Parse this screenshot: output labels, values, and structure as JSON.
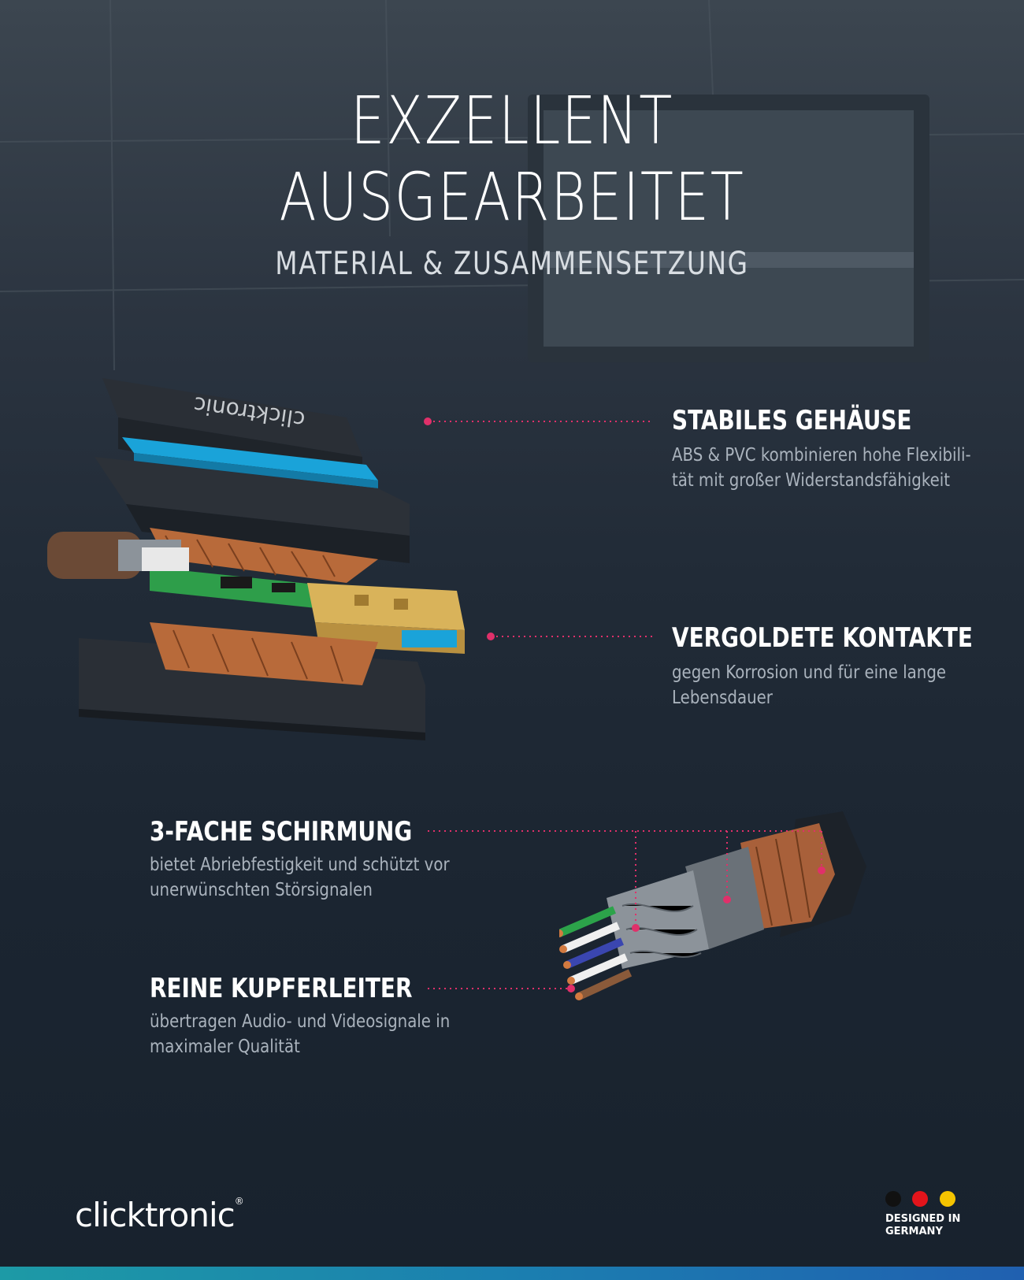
{
  "headline": {
    "line1": "EXZELLENT",
    "line2": "AUSGEARBEITET",
    "subtitle": "MATERIAL & ZUSAMMENSETZUNG"
  },
  "features": [
    {
      "title": "STABILES GEHÄUSE",
      "desc_line1": "ABS & PVC kombinieren hohe Flexibili-",
      "desc_line2": "tät mit großer Widerstandsfähigkeit"
    },
    {
      "title": "VERGOLDETE KONTAKTE",
      "desc_line1": "gegen Korrosion und für eine lange",
      "desc_line2": "Lebensdauer"
    },
    {
      "title": "3-FACHE SCHIRMUNG",
      "desc_line1": "bietet Abriebfestigkeit und schützt vor",
      "desc_line2": "unerwünschten Störsignalen"
    },
    {
      "title": "REINE KUPFERLEITER",
      "desc_line1": "übertragen Audio- und Videosignale in",
      "desc_line2": "maximaler Qualität"
    }
  ],
  "brand": {
    "logo": "clicktronic",
    "trademark": "®"
  },
  "badge": {
    "line1": "DESIGNED IN",
    "line2": "GERMANY"
  },
  "colors": {
    "accent_pink": "#e0306a",
    "connector_blue": "#1aa3d9",
    "gold": "#d9b35a",
    "copper": "#b86a3a",
    "flag_black": "#111111",
    "flag_red": "#e3141b",
    "flag_gold": "#f5c400"
  },
  "icons": [
    "usb-connector-exploded-illustration",
    "cable-cross-section-illustration"
  ]
}
